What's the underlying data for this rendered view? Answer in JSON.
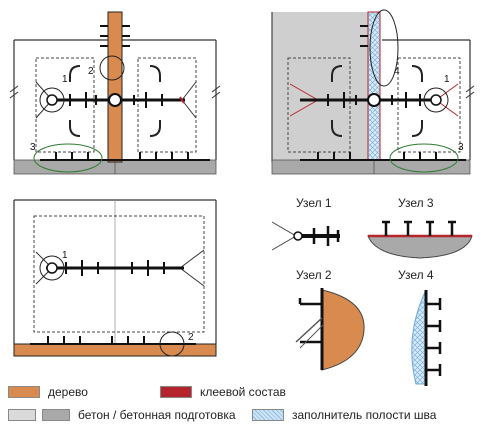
{
  "callouts": {
    "d1": [
      "1",
      "2",
      "3"
    ],
    "d2": [
      "4",
      "1",
      "3"
    ],
    "d3": [
      "1",
      "2"
    ]
  },
  "nodes": {
    "n1": "Узел 1",
    "n2": "Узел 2",
    "n3": "Узел 3",
    "n4": "Узел 4"
  },
  "legend": {
    "wood": "дерево",
    "glue": "клеевой состав",
    "concrete": "бетон / бетонная подготовка",
    "filler": "заполнитель полости шва"
  },
  "colors": {
    "wood": "#d98a4e",
    "glue": "#b3252a",
    "concrete_light": "#dadada",
    "concrete_dark": "#a9a9a9",
    "filler": "#cfe5f5",
    "line": "#1a1a1a"
  }
}
